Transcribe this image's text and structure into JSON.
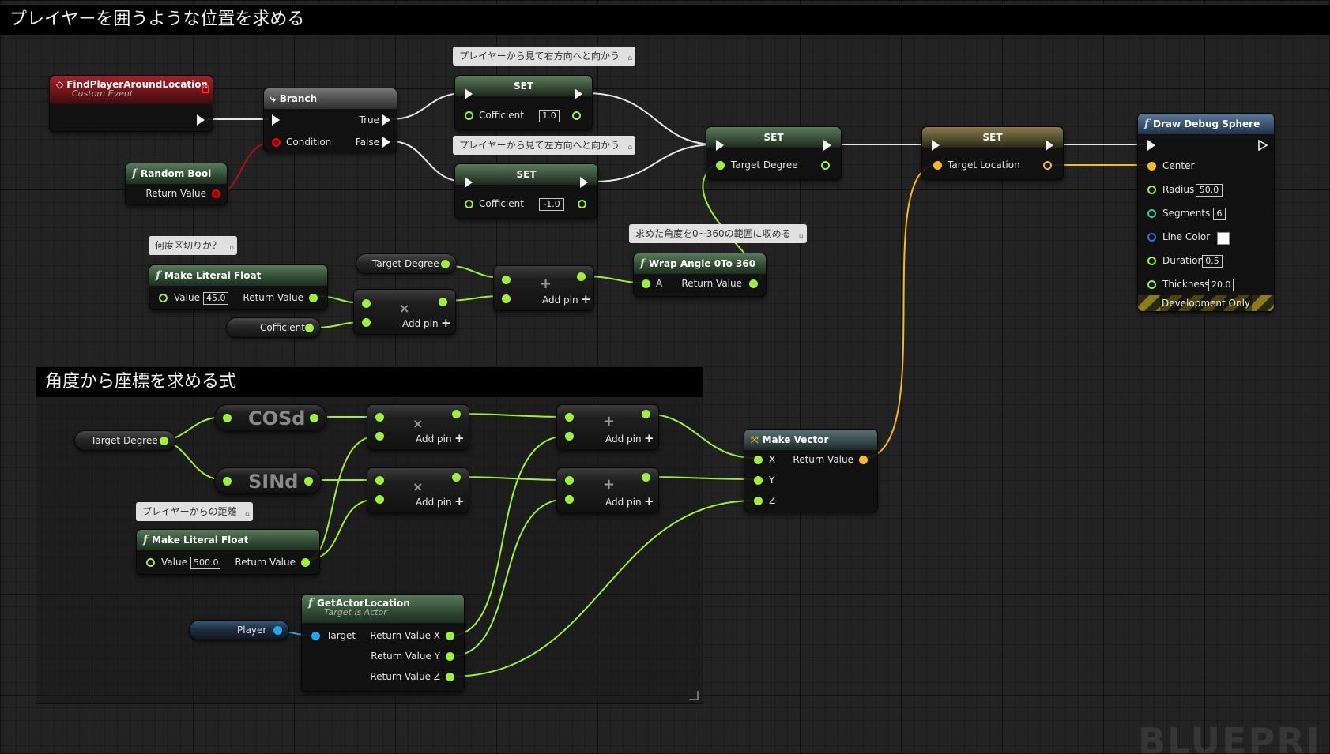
{
  "comments": {
    "top_title": "プレイヤーを囲うような位置を求める",
    "bottom_title": "角度から座標を求める式"
  },
  "bubbles": {
    "right_dir": "プレイヤーから見て右方向へと向かう",
    "left_dir": "プレイヤーから見て左方向へと向かう",
    "division": "何度区切りか？",
    "wrap": "求めた角度を0~360の範囲に収める",
    "distance": "プレイヤーからの距離"
  },
  "event_node": {
    "title": "FindPlayerAroundLocation",
    "subtitle": "Custom Event"
  },
  "branch_node": {
    "title": "Branch",
    "true_label": "True",
    "false_label": "False",
    "condition_label": "Condition"
  },
  "random_bool": {
    "title": "Random Bool",
    "return_label": "Return Value"
  },
  "set_right": {
    "title": "SET",
    "pin_label": "Cofficient",
    "value": "1.0"
  },
  "set_left": {
    "title": "SET",
    "pin_label": "Cofficient",
    "value": "-1.0"
  },
  "set_degree": {
    "title": "SET",
    "pin_label": "Target Degree"
  },
  "set_location": {
    "title": "SET",
    "pin_label": "Target Location"
  },
  "debug_sphere": {
    "title": "Draw Debug Sphere",
    "center_label": "Center",
    "radius_label": "Radius",
    "radius_value": "50.0",
    "segments_label": "Segments",
    "segments_value": "6",
    "linecolor_label": "Line Color",
    "duration_label": "Duration",
    "duration_value": "0.5",
    "thickness_label": "Thickness",
    "thickness_value": "20.0",
    "dev_label": "Development Only"
  },
  "literal_float_top": {
    "title": "Make Literal Float",
    "value_label": "Value",
    "value": "45.0",
    "return_label": "Return Value"
  },
  "literal_float_bottom": {
    "title": "Make Literal Float",
    "value_label": "Value",
    "value": "500.0",
    "return_label": "Return Value"
  },
  "vars": {
    "target_degree_top": "Target Degree",
    "cofficient": "Cofficient",
    "target_degree_bottom": "Target Degree",
    "player": "Player"
  },
  "ops": {
    "add_pin": "Add pin",
    "multiply_symbol": "×",
    "add_symbol": "+",
    "plus_glyph": "+",
    "cosd": "COSd",
    "sind": "SINd"
  },
  "wrap_angle": {
    "title": "Wrap Angle 0To 360",
    "a_label": "A",
    "return_label": "Return Value"
  },
  "make_vector": {
    "title": "Make Vector",
    "x_label": "X",
    "y_label": "Y",
    "z_label": "Z",
    "return_label": "Return Value"
  },
  "get_actor_location": {
    "title": "GetActorLocation",
    "subtitle": "Target is Actor",
    "target_label": "Target",
    "rx_label": "Return Value X",
    "ry_label": "Return Value Y",
    "rz_label": "Return Value Z"
  },
  "watermark": "BLUEPRI",
  "colors": {
    "float_pin": "#9ef03a",
    "vector_pin": "#f8b820",
    "bool_pin": "#d01010",
    "object_pin": "#1aa8ef",
    "exec_wire": "#e8e8e8"
  }
}
